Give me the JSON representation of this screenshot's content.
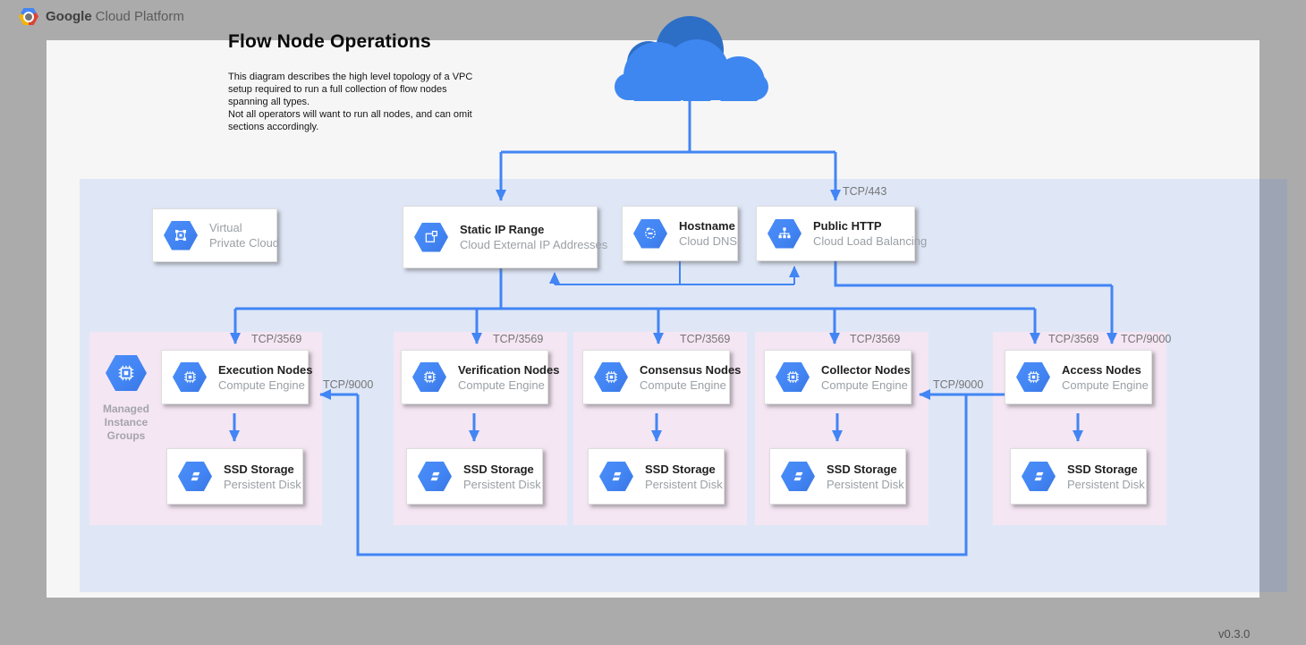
{
  "header": {
    "brand_bold": "Google",
    "brand_rest": "Cloud Platform"
  },
  "title": "Flow Node Operations",
  "description": "This diagram describes the high level topology of a VPC setup required to run a full collection of flow nodes spanning all types.\nNot all operators will want to run all nodes, and can omit sections accordingly.",
  "version": "v0.3.0",
  "vpc_card": {
    "line1": "Virtual",
    "line2": "Private Cloud"
  },
  "services": {
    "static_ip": {
      "title": "Static IP Range",
      "subtitle": "Cloud External IP Addresses"
    },
    "hostname": {
      "title": "Hostname",
      "subtitle": "Cloud DNS"
    },
    "public_http": {
      "title": "Public HTTP",
      "subtitle": "Cloud Load Balancing"
    }
  },
  "mig": {
    "label": "Managed\nInstance\nGroups"
  },
  "ports": {
    "tcp443": "TCP/443",
    "tcp3569": "TCP/3569",
    "tcp9000": "TCP/9000"
  },
  "groups": [
    {
      "title": "Execution Nodes",
      "subtitle": "Compute Engine",
      "storage_title": "SSD Storage",
      "storage_subtitle": "Persistent Disk"
    },
    {
      "title": "Verification Nodes",
      "subtitle": "Compute Engine",
      "storage_title": "SSD Storage",
      "storage_subtitle": "Persistent Disk"
    },
    {
      "title": "Consensus Nodes",
      "subtitle": "Compute Engine",
      "storage_title": "SSD Storage",
      "storage_subtitle": "Persistent Disk"
    },
    {
      "title": "Collector Nodes",
      "subtitle": "Compute Engine",
      "storage_title": "SSD Storage",
      "storage_subtitle": "Persistent Disk"
    },
    {
      "title": "Access Nodes",
      "subtitle": "Compute Engine",
      "storage_title": "SSD Storage",
      "storage_subtitle": "Persistent Disk"
    }
  ],
  "colors": {
    "background_gray": "#ABABAB",
    "canvas_white": "#F6F6F7",
    "vpc_blue_tint": "#E3F0FB",
    "group_pink": "#F5E6F4",
    "line_blue": "#4285F4",
    "hexagon_blue": "#4285F4",
    "cloud_light": "#3E87F0",
    "cloud_dark": "#2D6FC6"
  }
}
